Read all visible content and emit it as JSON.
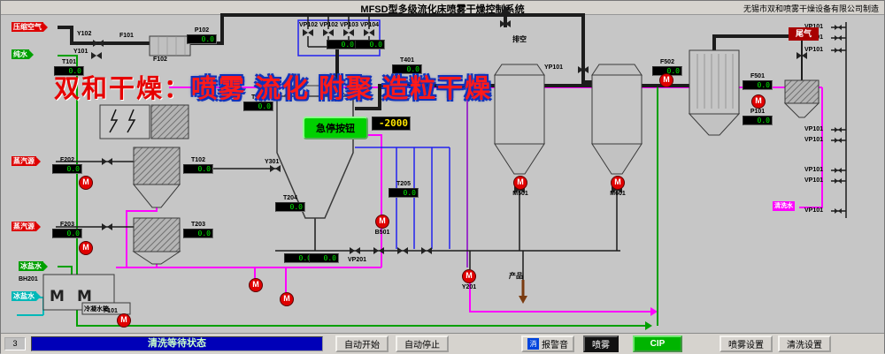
{
  "palette": {
    "magenta": "#ff00ff",
    "green": "#00a000",
    "cyan": "#00b8b8",
    "blue": "#2222ee",
    "purple": "#8a00c8",
    "pump_red": "#e00000",
    "lcd_text": "#00ee00",
    "lcd_alert_text": "#ffe600",
    "estop_green": "#00d000",
    "status_bar_blue": "#0000b8",
    "tailgas_red": "#a80000"
  },
  "header": {
    "title": "MFSD型多级流化床喷雾干燥控制系统",
    "company": "无锡市双和喷雾干燥设备有限公司制造"
  },
  "watermark": {
    "brand": "双和干燥：",
    "slogan": "喷雾 流化 附聚 造粒干燥"
  },
  "sources": [
    {
      "label": "压缩空气"
    },
    {
      "label": "纯水"
    },
    {
      "label": "蒸汽源"
    },
    {
      "label": "蒸汽源"
    },
    {
      "label": "冰盐水"
    },
    {
      "label": "冰盐水"
    }
  ],
  "instruments": [
    {
      "tag": "P102",
      "value": "0.0"
    },
    {
      "tag": "T101",
      "value": "0.0"
    },
    {
      "tag": "T401",
      "value": "0.0"
    },
    {
      "tag": "T201",
      "value": "0.0"
    },
    {
      "tag": "T102",
      "value": "0.0"
    },
    {
      "tag": "F202",
      "value": "0.0"
    },
    {
      "tag": "T204",
      "value": "0.0"
    },
    {
      "tag": "T205",
      "value": "0.0"
    },
    {
      "tag": "T203",
      "value": "0.0"
    },
    {
      "tag": "F203",
      "value": "0.0"
    },
    {
      "tag": "F502",
      "value": "0.0"
    },
    {
      "tag": "F501",
      "value": "0.0"
    },
    {
      "tag": "P101",
      "value": "0.0"
    },
    {
      "tag": "",
      "value": "0.0"
    },
    {
      "tag": "",
      "value": "0.0"
    },
    {
      "tag": "",
      "value": "0.0"
    },
    {
      "tag": "",
      "value": "0.0"
    }
  ],
  "main_display": {
    "value": "-2000"
  },
  "valve_tags": [
    "Y102",
    "Y101",
    "F101",
    "F102",
    "VP102",
    "VP102",
    "VP103",
    "VP104",
    "YP101",
    "VP201",
    "Y301",
    "BH201",
    "F101",
    "VP101",
    "VP101",
    "VP101",
    "VP101",
    "VP101",
    "VP101",
    "VP101",
    "VP101"
  ],
  "pumps": [
    {
      "tag": ""
    },
    {
      "tag": ""
    },
    {
      "tag": "B501"
    },
    {
      "tag": "M501"
    },
    {
      "tag": "M601"
    },
    {
      "tag": ""
    },
    {
      "tag": ""
    },
    {
      "tag": "Y201"
    },
    {
      "tag": ""
    },
    {
      "tag": ""
    },
    {
      "tag": ""
    }
  ],
  "labels": {
    "estop": "急停按钮",
    "vent": "排空",
    "tailgas": "尾气",
    "product": "产品",
    "condensate_tank": "冷凝水箱",
    "cip_water": "清洗水"
  },
  "footer": {
    "counter": "3",
    "status": "清洗等待状态",
    "auto_start": "自动开始",
    "auto_stop": "自动停止",
    "mute_icon": "消",
    "mute_label": "报警音",
    "spray": "喷雾",
    "cip": "CIP",
    "spray_settings": "喷雾设置",
    "clean_settings": "清洗设置"
  }
}
